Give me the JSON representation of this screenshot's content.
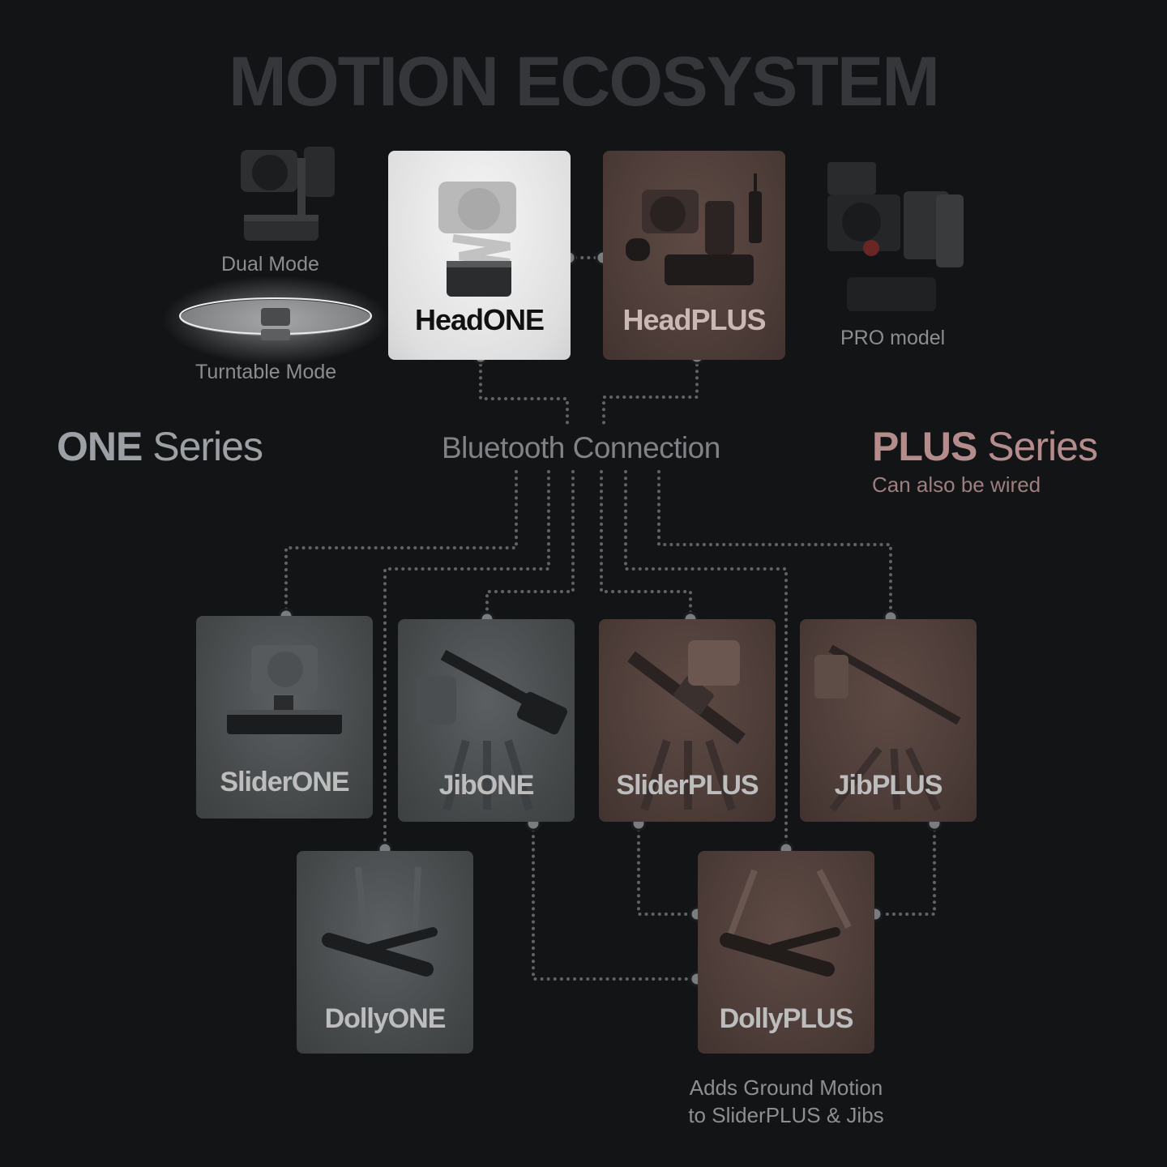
{
  "title": "MOTION ECOSYSTEM",
  "series": {
    "one": {
      "bold": "ONE",
      "rest": " Series"
    },
    "plus": {
      "bold": "PLUS",
      "rest": " Series",
      "subtitle": "Can also be wired"
    }
  },
  "connection_label": "Bluetooth Connection",
  "modes": {
    "dual": "Dual Mode",
    "turntable": "Turntable Mode",
    "pro": "PRO model"
  },
  "products": {
    "headone": "HeadONE",
    "headplus": "HeadPLUS",
    "sliderone": "SliderONE",
    "jibone": "JibONE",
    "sliderplus": "SliderPLUS",
    "jibplus": "JibPLUS",
    "dollyone": "DollyONE",
    "dollyplus": "DollyPLUS"
  },
  "dollyplus_note": [
    "Adds Ground Motion",
    "to SliderPLUS & Jibs"
  ],
  "colors": {
    "background": "#131416",
    "one_card": "#45484a",
    "plus_card": "#4a3a36",
    "plus_accent": "#b58c8c",
    "connector": "#5f6266"
  }
}
